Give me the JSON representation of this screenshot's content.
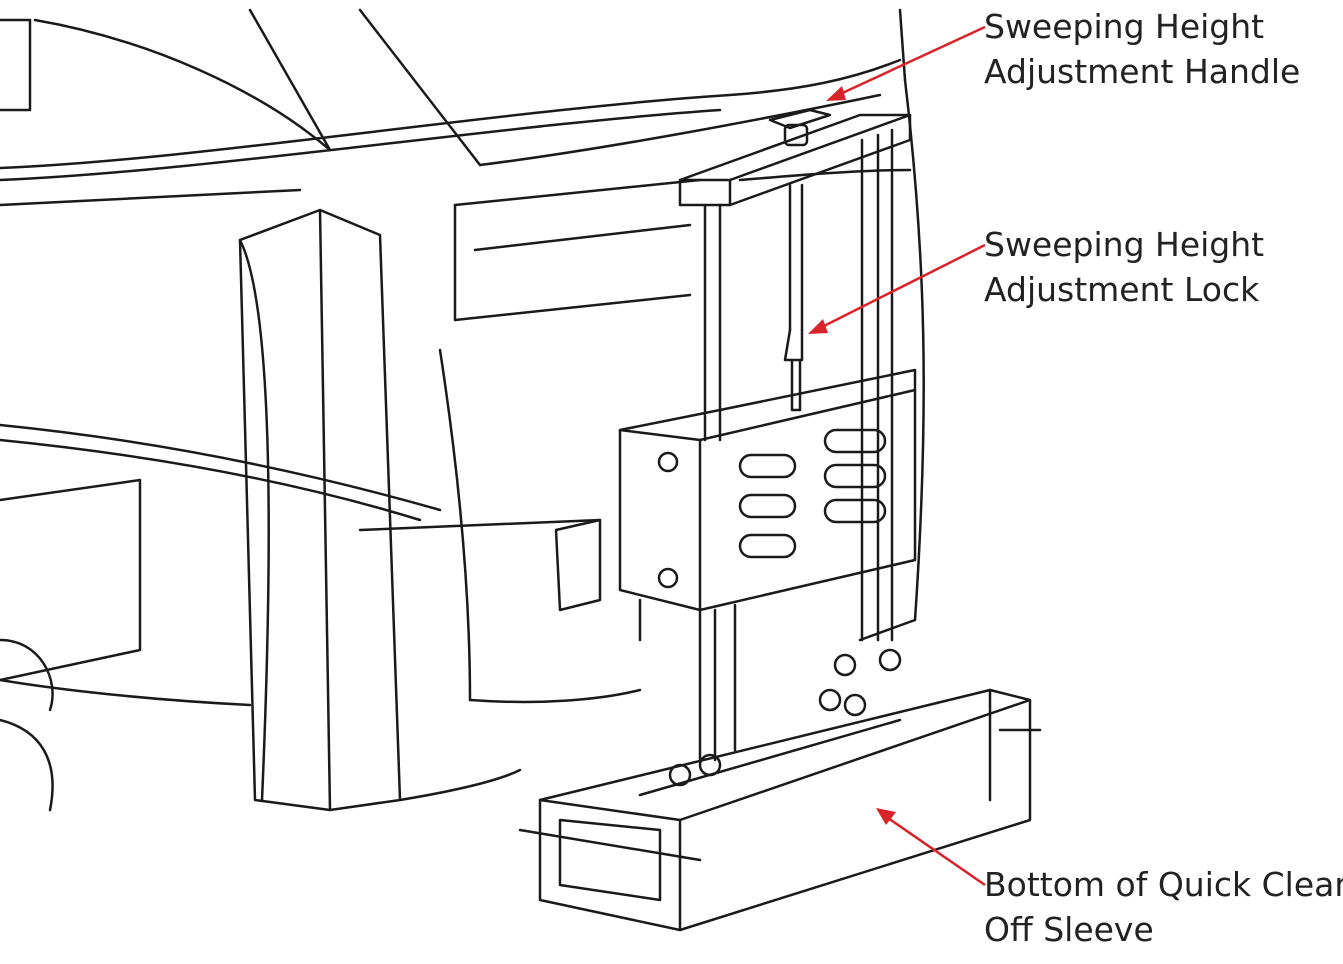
{
  "diagram": {
    "callouts": [
      {
        "lines": [
          "Sweeping Height",
          "Adjustment Handle"
        ]
      },
      {
        "lines": [
          "Sweeping Height",
          "Adjustment Lock"
        ]
      },
      {
        "lines": [
          "Bottom of Quick Clean",
          "Off Sleeve"
        ]
      }
    ],
    "colors": {
      "leader": "#d8232a",
      "line_art": "#1a1a1a",
      "text": "#222222"
    }
  }
}
